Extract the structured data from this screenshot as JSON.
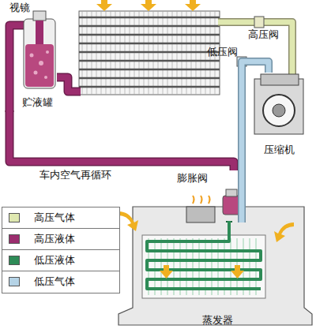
{
  "diagram": {
    "nodes": [
      {
        "text": [
          "视镜",
          "贮液罐"
        ]
      },
      {
        "text": [
          "压缩机"
        ]
      },
      {
        "text": [
          "膨胀阀"
        ]
      },
      {
        "text": [
          "蒸发器"
        ]
      }
    ],
    "edges": [
      {
        "from": 0,
        "to": 2,
        "arrow": "none"
      },
      {
        "from": 2,
        "to": 3,
        "arrow": "none"
      },
      {
        "from": 3,
        "to": 1,
        "arrow": "none"
      }
    ],
    "labels": [
      "高压阀",
      "低压阀",
      "车内空气再循环"
    ],
    "legend": [
      {
        "text": "高压气体",
        "color": "#dfe8b0"
      },
      {
        "text": "高压液体",
        "color": "#9b2d6e"
      },
      {
        "text": "低压液体",
        "color": "#2e8b57"
      },
      {
        "text": "低压气体",
        "color": "#b5d3e6"
      }
    ]
  }
}
